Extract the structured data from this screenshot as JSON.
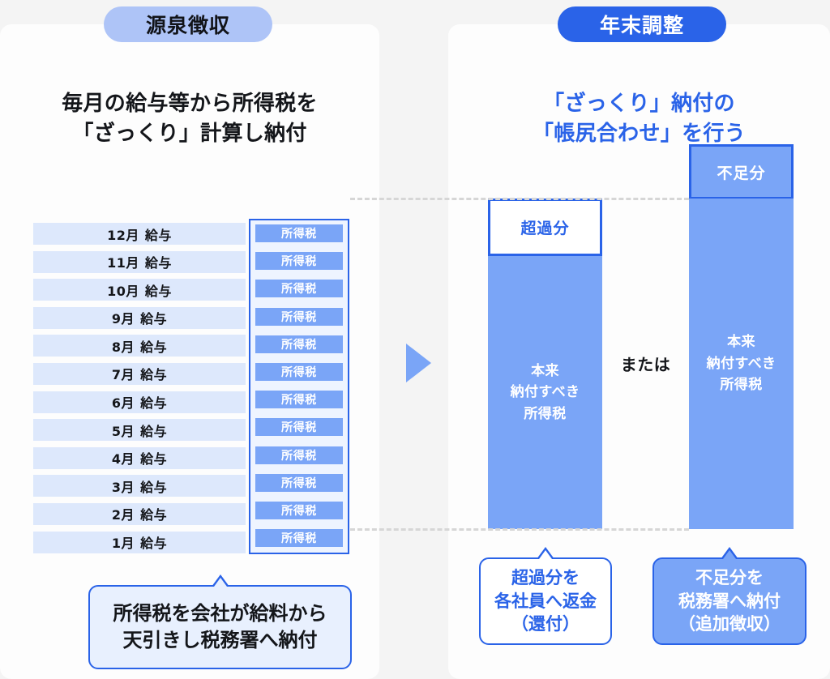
{
  "theme": {
    "page_background": "#f4f4f4",
    "card_background": "#fdfdfd",
    "accent_blue": "#2a63e8",
    "bar_blue": "#7aa5f7",
    "badge_light_blue": "#aec4f7",
    "row_light_blue": "#dde8fc",
    "callout_fill_light": "#e8f0fe",
    "dash_gray": "#d6d6d6",
    "text_dark": "#14161a"
  },
  "left_panel": {
    "badge_label": "源泉徴収",
    "title": "毎月の給与等から所得税を\n「ざっくり」計算し納付",
    "month_rows": [
      {
        "month": "12月",
        "kind": "給与"
      },
      {
        "month": "11月",
        "kind": "給与"
      },
      {
        "month": "10月",
        "kind": "給与"
      },
      {
        "month": "9月",
        "kind": "給与"
      },
      {
        "month": "8月",
        "kind": "給与"
      },
      {
        "month": "7月",
        "kind": "給与"
      },
      {
        "month": "6月",
        "kind": "給与"
      },
      {
        "month": "5月",
        "kind": "給与"
      },
      {
        "month": "4月",
        "kind": "給与"
      },
      {
        "month": "3月",
        "kind": "給与"
      },
      {
        "month": "2月",
        "kind": "給与"
      },
      {
        "month": "1月",
        "kind": "給与"
      }
    ],
    "tax_chip_label": "所得税",
    "tax_chip_count": 12,
    "callout": "所得税を会社が給料から\n天引きし税務署へ納付"
  },
  "middle": {
    "arrow_icon": "triangle-right-icon"
  },
  "right_panel": {
    "badge_label": "年末調整",
    "title": "「ざっくり」納付の\n「帳尻合わせ」を行う",
    "or_label": "または",
    "case_overpaid": {
      "segment_label": "超過分",
      "bar_label": "本来\n納付すべき\n所得税",
      "callout": "超過分を\n各社員へ返金\n（還付）"
    },
    "case_underpaid": {
      "segment_label": "不足分",
      "bar_label": "本来\n納付すべき\n所得税",
      "callout": "不足分を\n税務署へ納付\n（追加徴収）"
    }
  }
}
